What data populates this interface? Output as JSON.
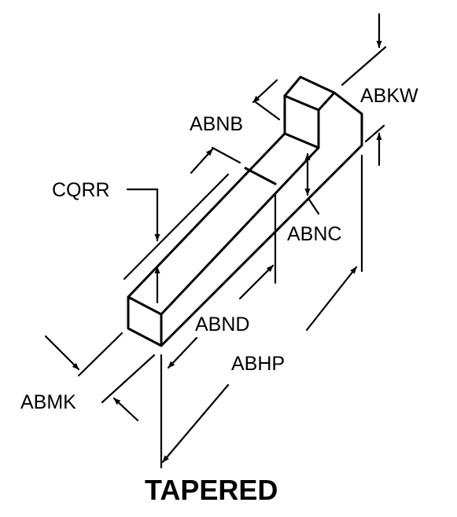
{
  "diagram": {
    "title": "TAPERED",
    "labels": {
      "abkw": "ABKW",
      "abnb": "ABNB",
      "cqrr": "CQRR",
      "abnc": "ABNC",
      "abnd": "ABND",
      "abhp": "ABHP",
      "abmk": "ABMK"
    }
  }
}
